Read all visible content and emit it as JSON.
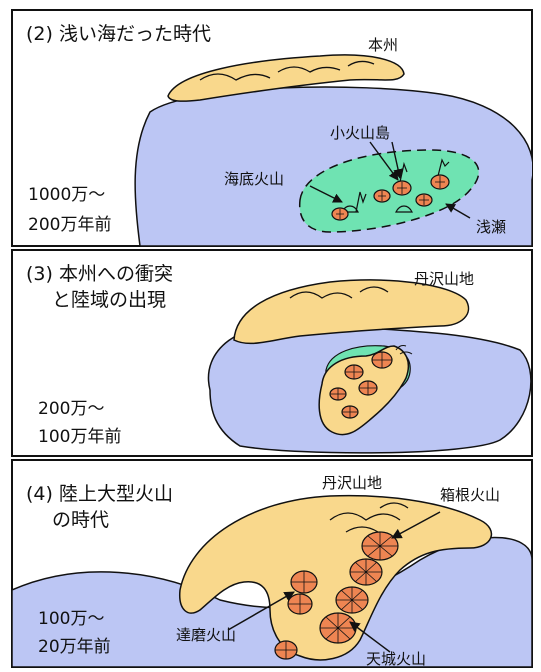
{
  "panels": [
    {
      "title": "(2) 浅い海だった時代",
      "period_start": "1000万～",
      "period_end": "200万年前",
      "labels": {
        "honshu": "本州",
        "small_volcanic_island": "小火山島",
        "submarine_volcano": "海底火山",
        "shoal": "浅瀬"
      }
    },
    {
      "title_line1": "(3) 本州への衝突",
      "title_line2": "と陸域の出現",
      "period_start": "200万～",
      "period_end": "100万年前",
      "labels": {
        "tanzawa": "丹沢山地"
      }
    },
    {
      "title_line1": "(4) 陸上大型火山",
      "title_line2": "の時代",
      "period_start": "100万～",
      "period_end": "20万年前",
      "labels": {
        "tanzawa": "丹沢山地",
        "hakone": "箱根火山",
        "daruma": "達磨火山",
        "amagi": "天城火山"
      }
    }
  ],
  "colors": {
    "sea": "#bcc6f4",
    "land": "#f9d88c",
    "shoal": "#6fe3b2",
    "volcano": "#ee8552",
    "outline": "#111111"
  }
}
